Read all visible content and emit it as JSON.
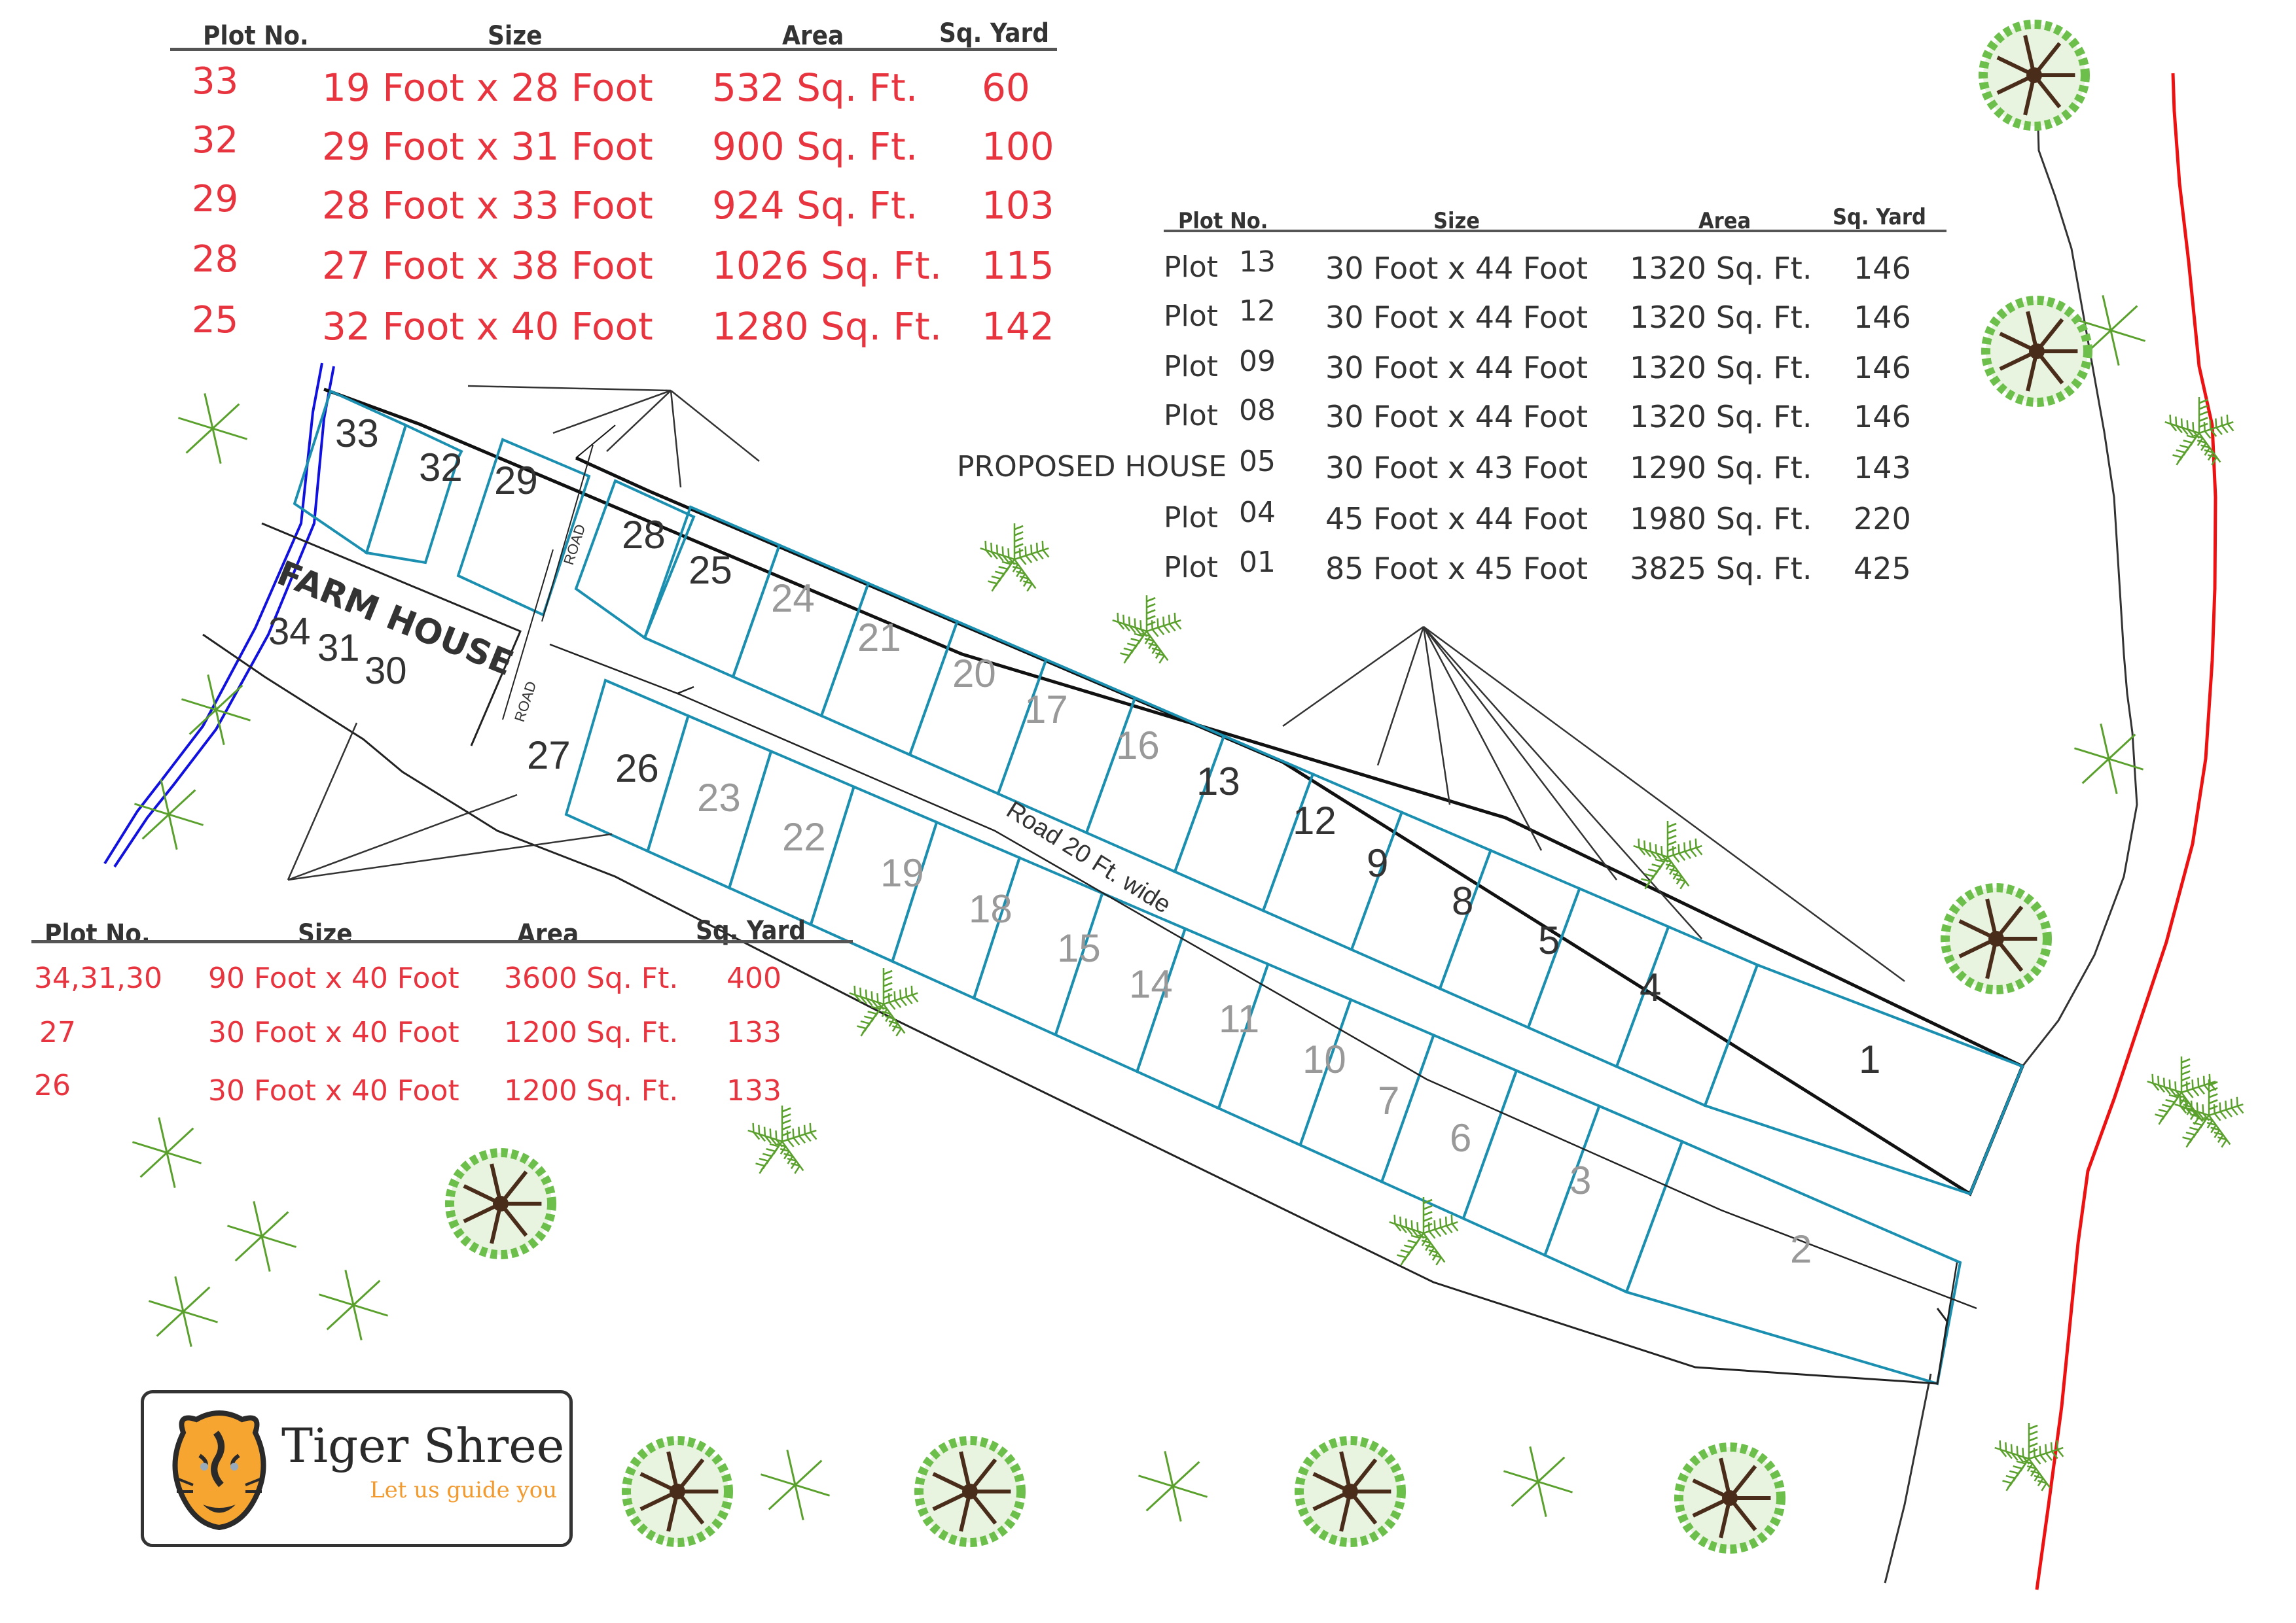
{
  "title": "Plot layout map",
  "colors": {
    "table_value_red": "#e8343f",
    "table_text_dark": "#333333",
    "plot_border_teal": "#1a8fb0",
    "boundary_black": "#111111",
    "canal_blue": "#1010e0",
    "river_red": "#ee1111",
    "tree_green": "#5aa02c",
    "logo_orange": "#f29a2e"
  },
  "table_top_left": {
    "headers": [
      "Plot No.",
      "Size",
      "Area",
      "Sq. Yard"
    ],
    "rows": [
      {
        "plot": "33",
        "size": "19 Foot x 28 Foot",
        "area": "532 Sq. Ft.",
        "sqyard": "60"
      },
      {
        "plot": "32",
        "size": "29 Foot x 31 Foot",
        "area": "900 Sq. Ft.",
        "sqyard": "100"
      },
      {
        "plot": "29",
        "size": "28 Foot x 33 Foot",
        "area": "924 Sq. Ft.",
        "sqyard": "103"
      },
      {
        "plot": "28",
        "size": "27 Foot x 38 Foot",
        "area": "1026 Sq. Ft.",
        "sqyard": "115"
      },
      {
        "plot": "25",
        "size": "32 Foot x 40 Foot",
        "area": "1280 Sq. Ft.",
        "sqyard": "142"
      }
    ]
  },
  "table_right": {
    "headers": [
      "Plot No.",
      "Size",
      "Area",
      "Sq. Yard"
    ],
    "rows": [
      {
        "prefix": "Plot",
        "plot": "13",
        "size": "30 Foot x 44 Foot",
        "area": "1320 Sq. Ft.",
        "sqyard": "146"
      },
      {
        "prefix": "Plot",
        "plot": "12",
        "size": "30 Foot x 44 Foot",
        "area": "1320 Sq. Ft.",
        "sqyard": "146"
      },
      {
        "prefix": "Plot",
        "plot": "09",
        "size": "30 Foot x 44 Foot",
        "area": "1320 Sq. Ft.",
        "sqyard": "146"
      },
      {
        "prefix": "Plot",
        "plot": "08",
        "size": "30 Foot x 44 Foot",
        "area": "1320 Sq. Ft.",
        "sqyard": "146"
      },
      {
        "prefix": "PROPOSED HOUSE",
        "plot": "05",
        "size": "30 Foot x 43 Foot",
        "area": "1290 Sq. Ft.",
        "sqyard": "143"
      },
      {
        "prefix": "Plot",
        "plot": "04",
        "size": "45 Foot x 44 Foot",
        "area": "1980 Sq. Ft.",
        "sqyard": "220"
      },
      {
        "prefix": "Plot",
        "plot": "01",
        "size": "85 Foot x 45 Foot",
        "area": "3825 Sq. Ft.",
        "sqyard": "425"
      }
    ]
  },
  "table_bottom_left": {
    "headers": [
      "Plot No.",
      "Size",
      "Area",
      "Sq. Yard"
    ],
    "rows": [
      {
        "plot": "34,31,30",
        "size": "90 Foot x 40 Foot",
        "area": "3600 Sq. Ft.",
        "sqyard": "400"
      },
      {
        "plot": "27",
        "size": "30 Foot x 40 Foot",
        "area": "1200 Sq. Ft.",
        "sqyard": "133"
      },
      {
        "plot": "26",
        "size": "30 Foot x 40 Foot",
        "area": "1200 Sq. Ft.",
        "sqyard": "133"
      }
    ]
  },
  "map": {
    "farm_house_label": "FARM HOUSE",
    "farm_house_plots": [
      "34",
      "31",
      "30"
    ],
    "road_label_small": "ROAD",
    "main_road_label": "Road 20 Ft. wide",
    "plots_highlighted": [
      "33",
      "32",
      "29",
      "28",
      "25",
      "27",
      "26",
      "13",
      "12",
      "9",
      "8",
      "5",
      "4",
      "1"
    ],
    "plots_other": [
      "24",
      "21",
      "20",
      "17",
      "16",
      "23",
      "22",
      "19",
      "18",
      "15",
      "14",
      "11",
      "10",
      "7",
      "6",
      "3",
      "2"
    ]
  },
  "logo": {
    "name": "Tiger Shree",
    "tagline": "Let us guide you"
  }
}
